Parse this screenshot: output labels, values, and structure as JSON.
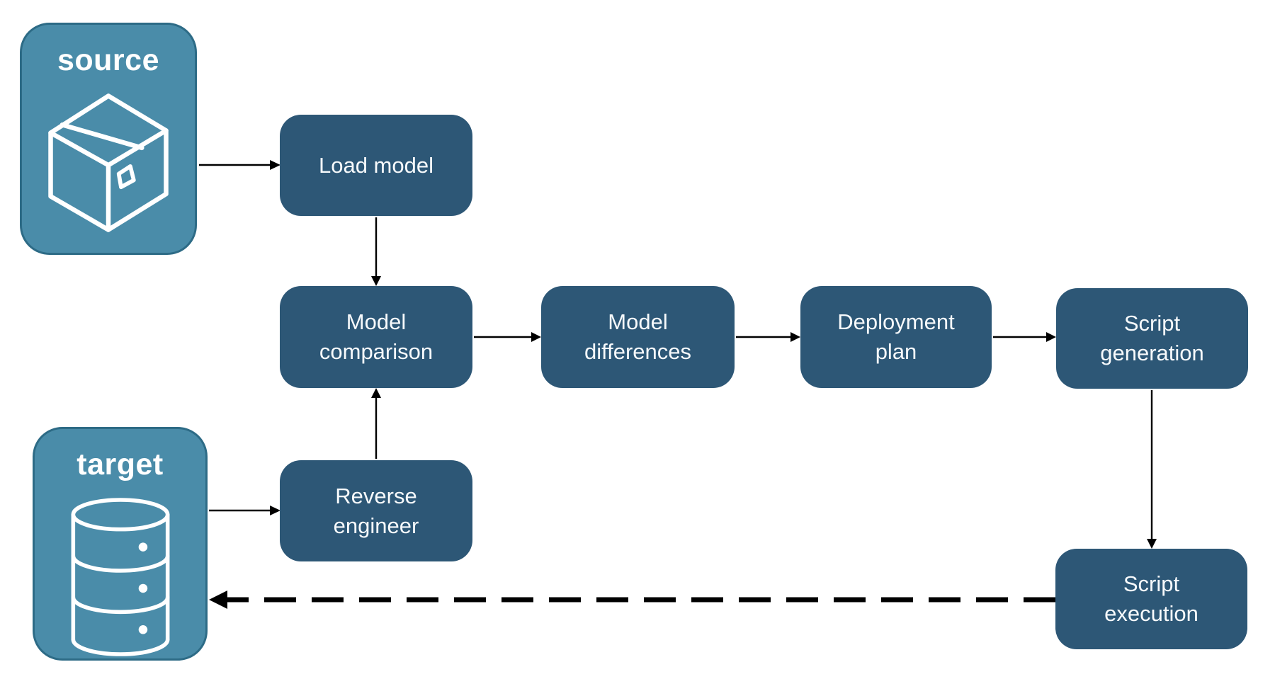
{
  "endpoints": [
    {
      "id": "source",
      "label": "source",
      "icon": "package-icon"
    },
    {
      "id": "target",
      "label": "target",
      "icon": "database-icon"
    }
  ],
  "nodes": [
    {
      "id": "load-model",
      "label": "Load model"
    },
    {
      "id": "model-comparison",
      "label": "Model comparison"
    },
    {
      "id": "model-differences",
      "label": "Model differences"
    },
    {
      "id": "deployment-plan",
      "label": "Deployment plan"
    },
    {
      "id": "script-generation",
      "label": "Script generation"
    },
    {
      "id": "reverse-engineer",
      "label": "Reverse engineer"
    },
    {
      "id": "script-execution",
      "label": "Script execution"
    }
  ],
  "edges": [
    {
      "from": "source",
      "to": "load-model",
      "style": "solid"
    },
    {
      "from": "load-model",
      "to": "model-comparison",
      "style": "solid"
    },
    {
      "from": "model-comparison",
      "to": "model-differences",
      "style": "solid"
    },
    {
      "from": "model-differences",
      "to": "deployment-plan",
      "style": "solid"
    },
    {
      "from": "deployment-plan",
      "to": "script-generation",
      "style": "solid"
    },
    {
      "from": "script-generation",
      "to": "script-execution",
      "style": "solid"
    },
    {
      "from": "target",
      "to": "reverse-engineer",
      "style": "solid"
    },
    {
      "from": "reverse-engineer",
      "to": "model-comparison",
      "style": "solid"
    },
    {
      "from": "script-execution",
      "to": "target",
      "style": "dashed"
    }
  ],
  "colors": {
    "background": "#FFFFFF",
    "node_fill": "#2D5776",
    "node_text": "#F7FAFC",
    "endpoint_fill": "#4A8CA9",
    "endpoint_border": "#2D6B86",
    "endpoint_text": "#FFFFFF",
    "arrow": "#000000"
  }
}
